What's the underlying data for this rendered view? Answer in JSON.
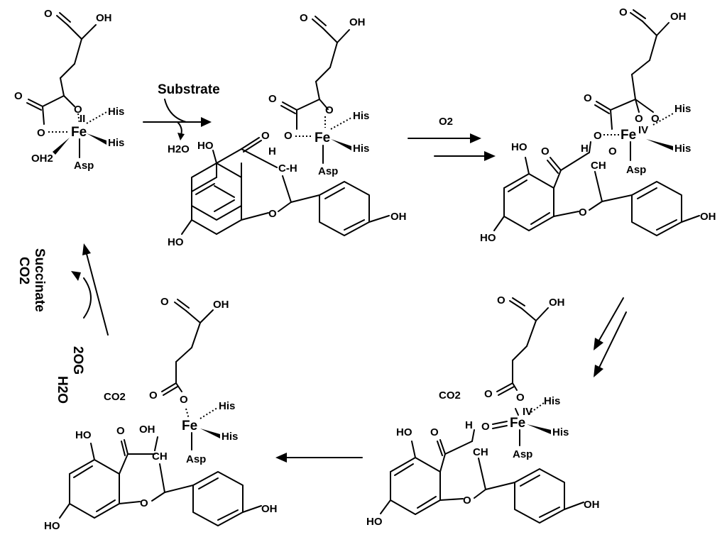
{
  "labels": {
    "oh": "OH",
    "ho": "HO",
    "o": "O",
    "h": "H",
    "ch": "CH",
    "c_h": "C-H",
    "fe": "Fe",
    "his": "His",
    "asp": "Asp",
    "oh2": "OH2",
    "iv": "IV",
    "co2": "CO2",
    "o2": "O2",
    "substrate": "Substrate",
    "h2o": "H2O",
    "succinate": "Succinate",
    "co2_side": "CO2",
    "twoog": "2OG",
    "h2o_side": "H2O"
  },
  "colors": {
    "ink": "#000000",
    "background": "#ffffff"
  }
}
